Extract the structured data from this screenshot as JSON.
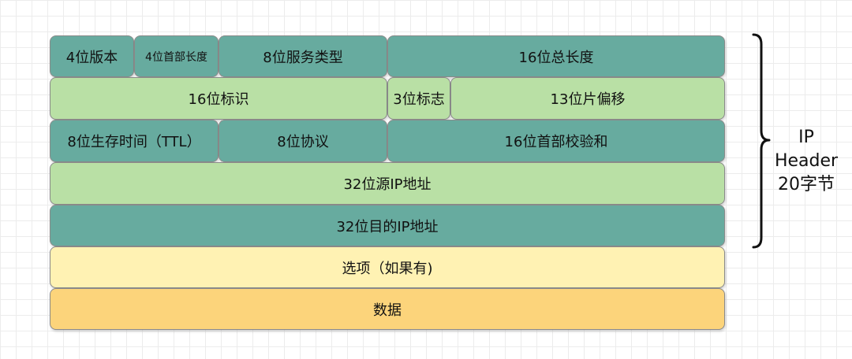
{
  "diagram": {
    "rows": [
      [
        {
          "label": "4位版本",
          "fill": "#67ab9f"
        },
        {
          "label": "4位首部长度",
          "fill": "#67ab9f"
        },
        {
          "label": "8位服务类型",
          "fill": "#67ab9f"
        },
        {
          "label": "16位总长度",
          "fill": "#67ab9f"
        }
      ],
      [
        {
          "label": "16位标识",
          "fill": "#b9e0a5"
        },
        {
          "label": "3位标志",
          "fill": "#b9e0a5"
        },
        {
          "label": "13位片偏移",
          "fill": "#b9e0a5"
        }
      ],
      [
        {
          "label": "8位生存时间（TTL）",
          "fill": "#67ab9f"
        },
        {
          "label": "8位协议",
          "fill": "#67ab9f"
        },
        {
          "label": "16位首部校验和",
          "fill": "#67ab9f"
        }
      ],
      [
        {
          "label": "32位源IP地址",
          "fill": "#b9e0a5"
        }
      ],
      [
        {
          "label": "32位目的IP地址",
          "fill": "#67ab9f"
        }
      ],
      [
        {
          "label": "选项（如果有)",
          "fill": "#fff2b3"
        }
      ],
      [
        {
          "label": "数据",
          "fill": "#fcd47b"
        }
      ]
    ],
    "header_label": {
      "line1": "IP",
      "line2": "Header",
      "line3": "20字节"
    }
  }
}
